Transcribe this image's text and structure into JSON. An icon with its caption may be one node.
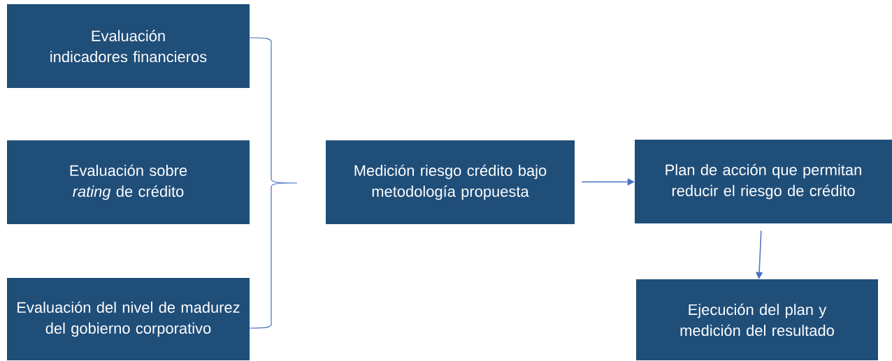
{
  "diagram": {
    "nodes": [
      {
        "text": [
          "Evaluación indicadores financieros"
        ]
      },
      {
        "text": [
          "Evaluación sobre *rating* de crédito"
        ]
      },
      {
        "text": [
          "Evaluación del nivel de madurez del gobierno corporativo"
        ]
      },
      {
        "text": [
          "Medición riesgo crédito bajo metodología propuesta"
        ]
      },
      {
        "text": [
          "Plan de acción que permitan reducir el riesgo de crédito"
        ]
      },
      {
        "text": [
          "Ejecución del plan y medición del resultado"
        ]
      }
    ],
    "edges": [
      {
        "from": 3,
        "to": 4,
        "arrow": "to"
      },
      {
        "from": 4,
        "to": 5,
        "arrow": "to"
      }
    ]
  }
}
